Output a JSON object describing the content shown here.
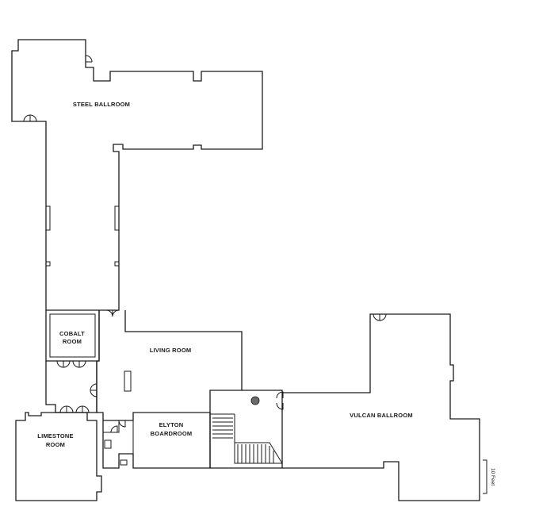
{
  "rooms": {
    "steel_ballroom": "STEEL BALLROOM",
    "cobalt_room_line1": "COBALT",
    "cobalt_room_line2": "ROOM",
    "living_room": "LIVING ROOM",
    "elyton_line1": "ELYTON",
    "elyton_line2": "BOARDROOM",
    "limestone_line1": "LIMESTONE",
    "limestone_line2": "ROOM",
    "vulcan_ballroom": "VULCAN BALLROOM"
  },
  "scale": {
    "label": "10 Feet"
  },
  "colors": {
    "wall": "#1a1a1a",
    "marker": "#6b6b6b",
    "background": "#ffffff"
  }
}
